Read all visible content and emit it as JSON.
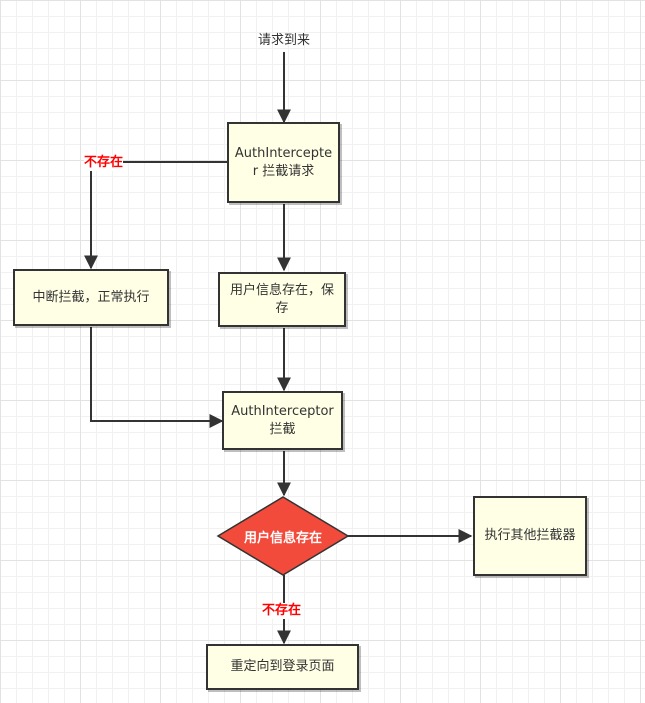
{
  "nodes": {
    "start": "请求到来",
    "auth_interceptor_1": "AuthIntercepter 拦截请求",
    "user_exists_save": "用户信息存在，保存",
    "interrupt": "中断拦截，正常执行",
    "auth_interceptor_2": "AuthInterceptor 拦截",
    "decision": "用户信息存在",
    "run_other": "执行其他拦截器",
    "redirect": "重定向到登录页面"
  },
  "edge_labels": {
    "not_exists_1": "不存在",
    "not_exists_2": "不存在"
  },
  "colors": {
    "node_fill": "#ffffe6",
    "decision_fill": "#f24a3b",
    "edge_label": "#ff0000",
    "stroke": "#333333"
  }
}
